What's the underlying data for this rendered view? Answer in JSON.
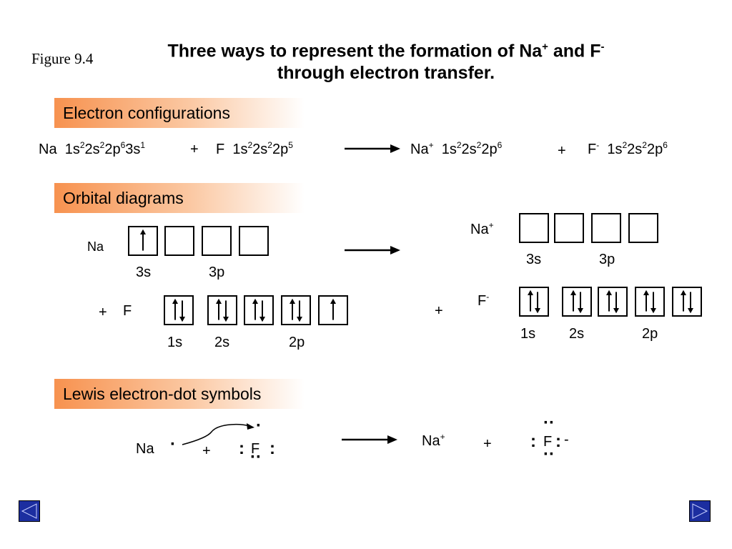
{
  "figure_label": "Figure 9.4",
  "title_line1_pre": "Three ways to represent the formation of Na",
  "title_sup_plus": "+",
  "title_line1_mid": " and F",
  "title_sup_minus": "-",
  "title_line2": "through electron transfer.",
  "sections": {
    "config": "Electron configurations",
    "orbital": "Orbital diagrams",
    "lewis": "Lewis electron-dot symbols"
  },
  "config": {
    "na": "Na",
    "f": "F",
    "plus": "+",
    "one_s": "1s",
    "two_s": "2s",
    "two_p": "2p",
    "three_s": "3s",
    "exp_2": "2",
    "exp_6": "6",
    "exp_1": "1",
    "exp_5": "5",
    "sup_plus": "+",
    "sup_minus": "-"
  },
  "orbital": {
    "na": "Na",
    "f": "F",
    "plus": "+",
    "label_3s": "3s",
    "label_3p": "3p",
    "label_1s": "1s",
    "label_2s": "2s",
    "label_2p": "2p",
    "na_left_boxes": [
      "up",
      "empty",
      "empty",
      "empty"
    ],
    "f_left_boxes": [
      "updown",
      "updown",
      "updown",
      "updown",
      "up"
    ],
    "na_right_boxes": [
      "empty",
      "empty",
      "empty",
      "empty"
    ],
    "f_right_boxes": [
      "updown",
      "updown",
      "updown",
      "updown",
      "updown"
    ]
  },
  "lewis": {
    "na": "Na",
    "f": "F",
    "plus": "+",
    "sup_plus": "+",
    "sup_minus": "-",
    "dot": "·",
    "pair_v": ":",
    "pair_h": "··"
  },
  "nav": {
    "prev_icon": "left-triangle-icon",
    "next_icon": "right-triangle-icon",
    "color": "#1c2ea0"
  }
}
